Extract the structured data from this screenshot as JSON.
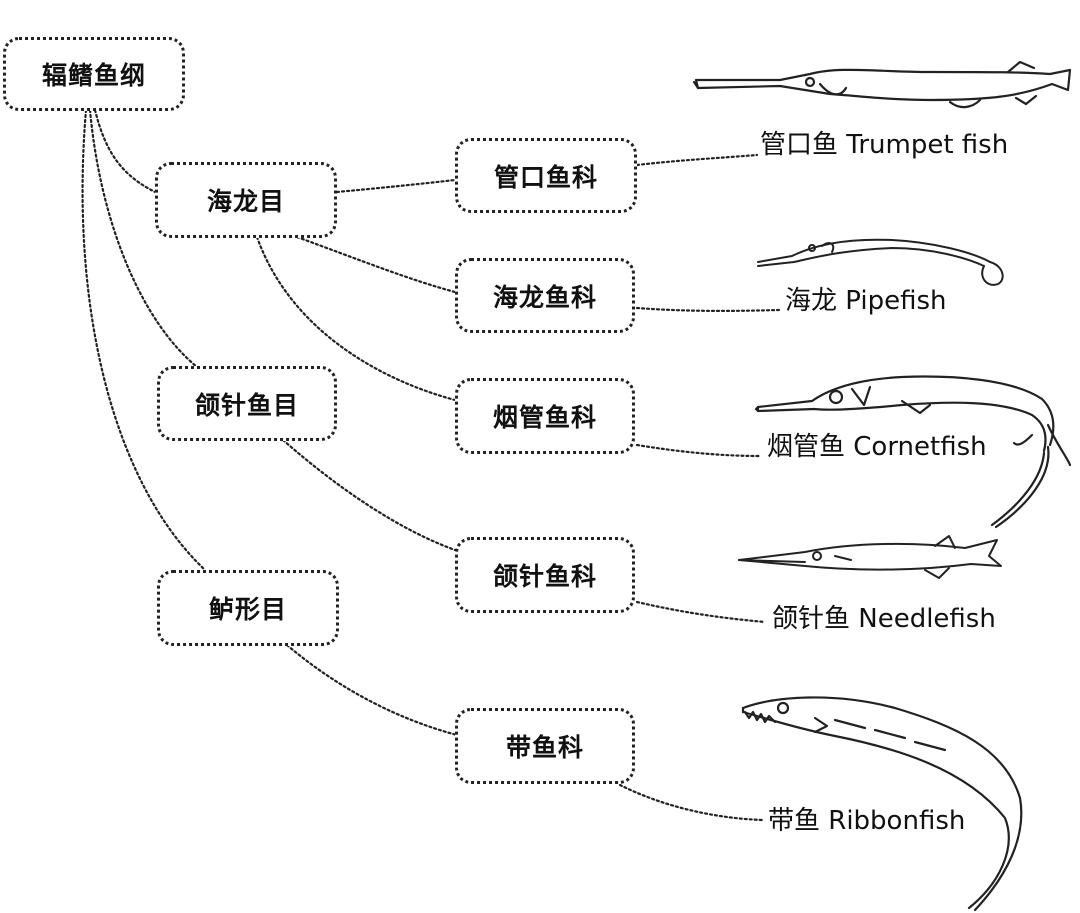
{
  "root": {
    "label": "辐鳍鱼纲"
  },
  "orders": [
    {
      "id": "syngnathiformes",
      "label": "海龙目"
    },
    {
      "id": "beloniformes",
      "label": "颌针鱼目"
    },
    {
      "id": "perciformes",
      "label": "鲈形目"
    }
  ],
  "families": [
    {
      "id": "aulostomidae",
      "label": "管口鱼科",
      "order": "syngnathiformes"
    },
    {
      "id": "syngnathidae",
      "label": "海龙鱼科",
      "order": "syngnathiformes"
    },
    {
      "id": "fistulariidae",
      "label": "烟管鱼科",
      "order": "syngnathiformes"
    },
    {
      "id": "belonidae",
      "label": "颌针鱼科",
      "order": "beloniformes"
    },
    {
      "id": "trichiuridae",
      "label": "带鱼科",
      "order": "perciformes"
    }
  ],
  "fish": [
    {
      "id": "trumpetfish",
      "label": "管口鱼 Trumpet fish",
      "family": "aulostomidae",
      "icon": "trumpetfish-illustration"
    },
    {
      "id": "pipefish",
      "label": "海龙 Pipefish",
      "family": "syngnathidae",
      "icon": "pipefish-illustration"
    },
    {
      "id": "cornetfish",
      "label": "烟管鱼 Cornetfish",
      "family": "fistulariidae",
      "icon": "cornetfish-illustration"
    },
    {
      "id": "needlefish",
      "label": "颌针鱼 Needlefish",
      "family": "belonidae",
      "icon": "needlefish-illustration"
    },
    {
      "id": "ribbonfish",
      "label": "带鱼 Ribbonfish",
      "family": "trichiuridae",
      "icon": "ribbonfish-illustration"
    }
  ]
}
